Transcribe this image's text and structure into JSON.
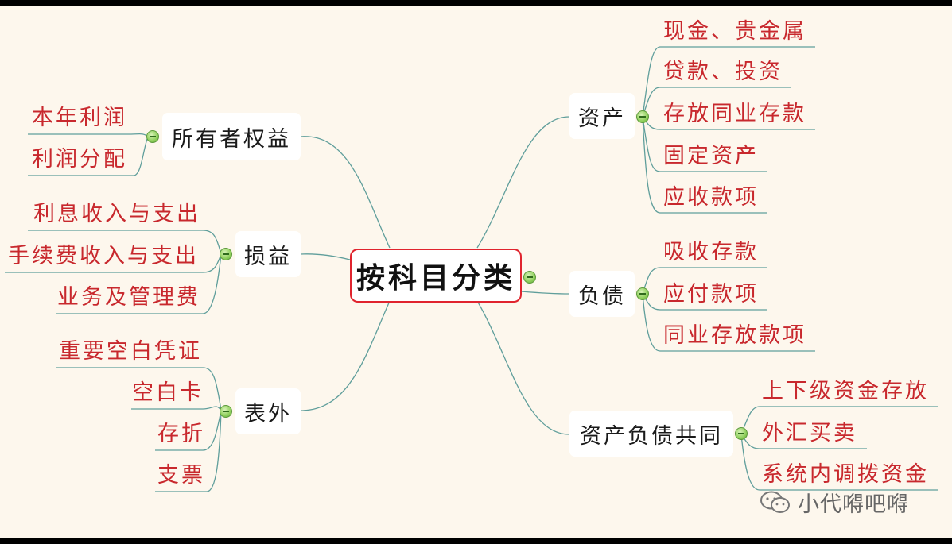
{
  "root": "按科目分类",
  "branches": {
    "owners_equity": {
      "label": "所有者权益",
      "children": [
        "本年利润",
        "利润分配"
      ]
    },
    "profit_loss": {
      "label": "损益",
      "children": [
        "利息收入与支出",
        "手续费收入与支出",
        "业务及管理费"
      ]
    },
    "off_balance": {
      "label": "表外",
      "children": [
        "重要空白凭证",
        "空白卡",
        "存折",
        "支票"
      ]
    },
    "assets": {
      "label": "资产",
      "children": [
        "现金、贵金属",
        "贷款、投资",
        "存放同业存款",
        "固定资产",
        "应收款项"
      ]
    },
    "liabilities": {
      "label": "负债",
      "children": [
        "吸收存款",
        "应付款项",
        "同业存放款项"
      ]
    },
    "common": {
      "label": "资产负债共同",
      "children": [
        "上下级资金存放",
        "外汇买卖",
        "系统内调拨资金"
      ]
    }
  },
  "watermark": {
    "text": "小代嘚吧嘚",
    "icon": "wechat-icon"
  },
  "colors": {
    "background": "#fdf7ed",
    "line": "#5f9e9b",
    "leaf_text": "#c8282d",
    "root_border": "#e0242e",
    "toggle": "#8fcf5c"
  }
}
